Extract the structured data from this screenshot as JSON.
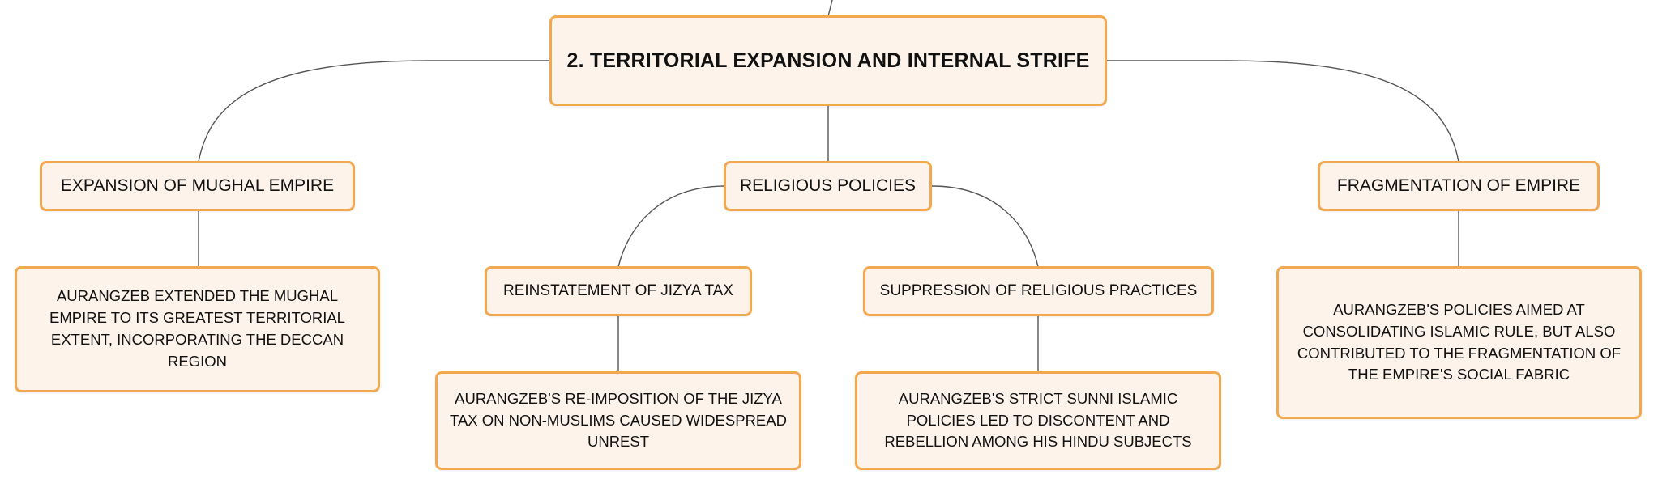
{
  "diagram": {
    "root": "2. TERRITORIAL EXPANSION AND INTERNAL STRIFE",
    "branches": [
      {
        "label": "EXPANSION OF MUGHAL EMPIRE",
        "detail": "AURANGZEB EXTENDED THE MUGHAL EMPIRE TO ITS GREATEST TERRITORIAL EXTENT, INCORPORATING THE DECCAN REGION"
      },
      {
        "label": "RELIGIOUS POLICIES",
        "children": [
          {
            "label": "REINSTATEMENT OF JIZYA TAX",
            "detail": "AURANGZEB'S RE-IMPOSITION OF THE JIZYA TAX ON NON-MUSLIMS CAUSED WIDESPREAD UNREST"
          },
          {
            "label": "SUPPRESSION OF RELIGIOUS PRACTICES",
            "detail": "AURANGZEB'S STRICT SUNNI ISLAMIC POLICIES LED TO DISCONTENT AND REBELLION AMONG HIS HINDU SUBJECTS"
          }
        ]
      },
      {
        "label": "FRAGMENTATION OF EMPIRE",
        "detail": "AURANGZEB'S POLICIES AIMED AT CONSOLIDATING ISLAMIC RULE, BUT ALSO CONTRIBUTED TO THE FRAGMENTATION OF THE EMPIRE'S SOCIAL FABRIC"
      }
    ]
  },
  "colors": {
    "node_fill": "#fdf3ea",
    "node_border": "#f2a84e",
    "connector": "#555555",
    "text": "#111111"
  }
}
